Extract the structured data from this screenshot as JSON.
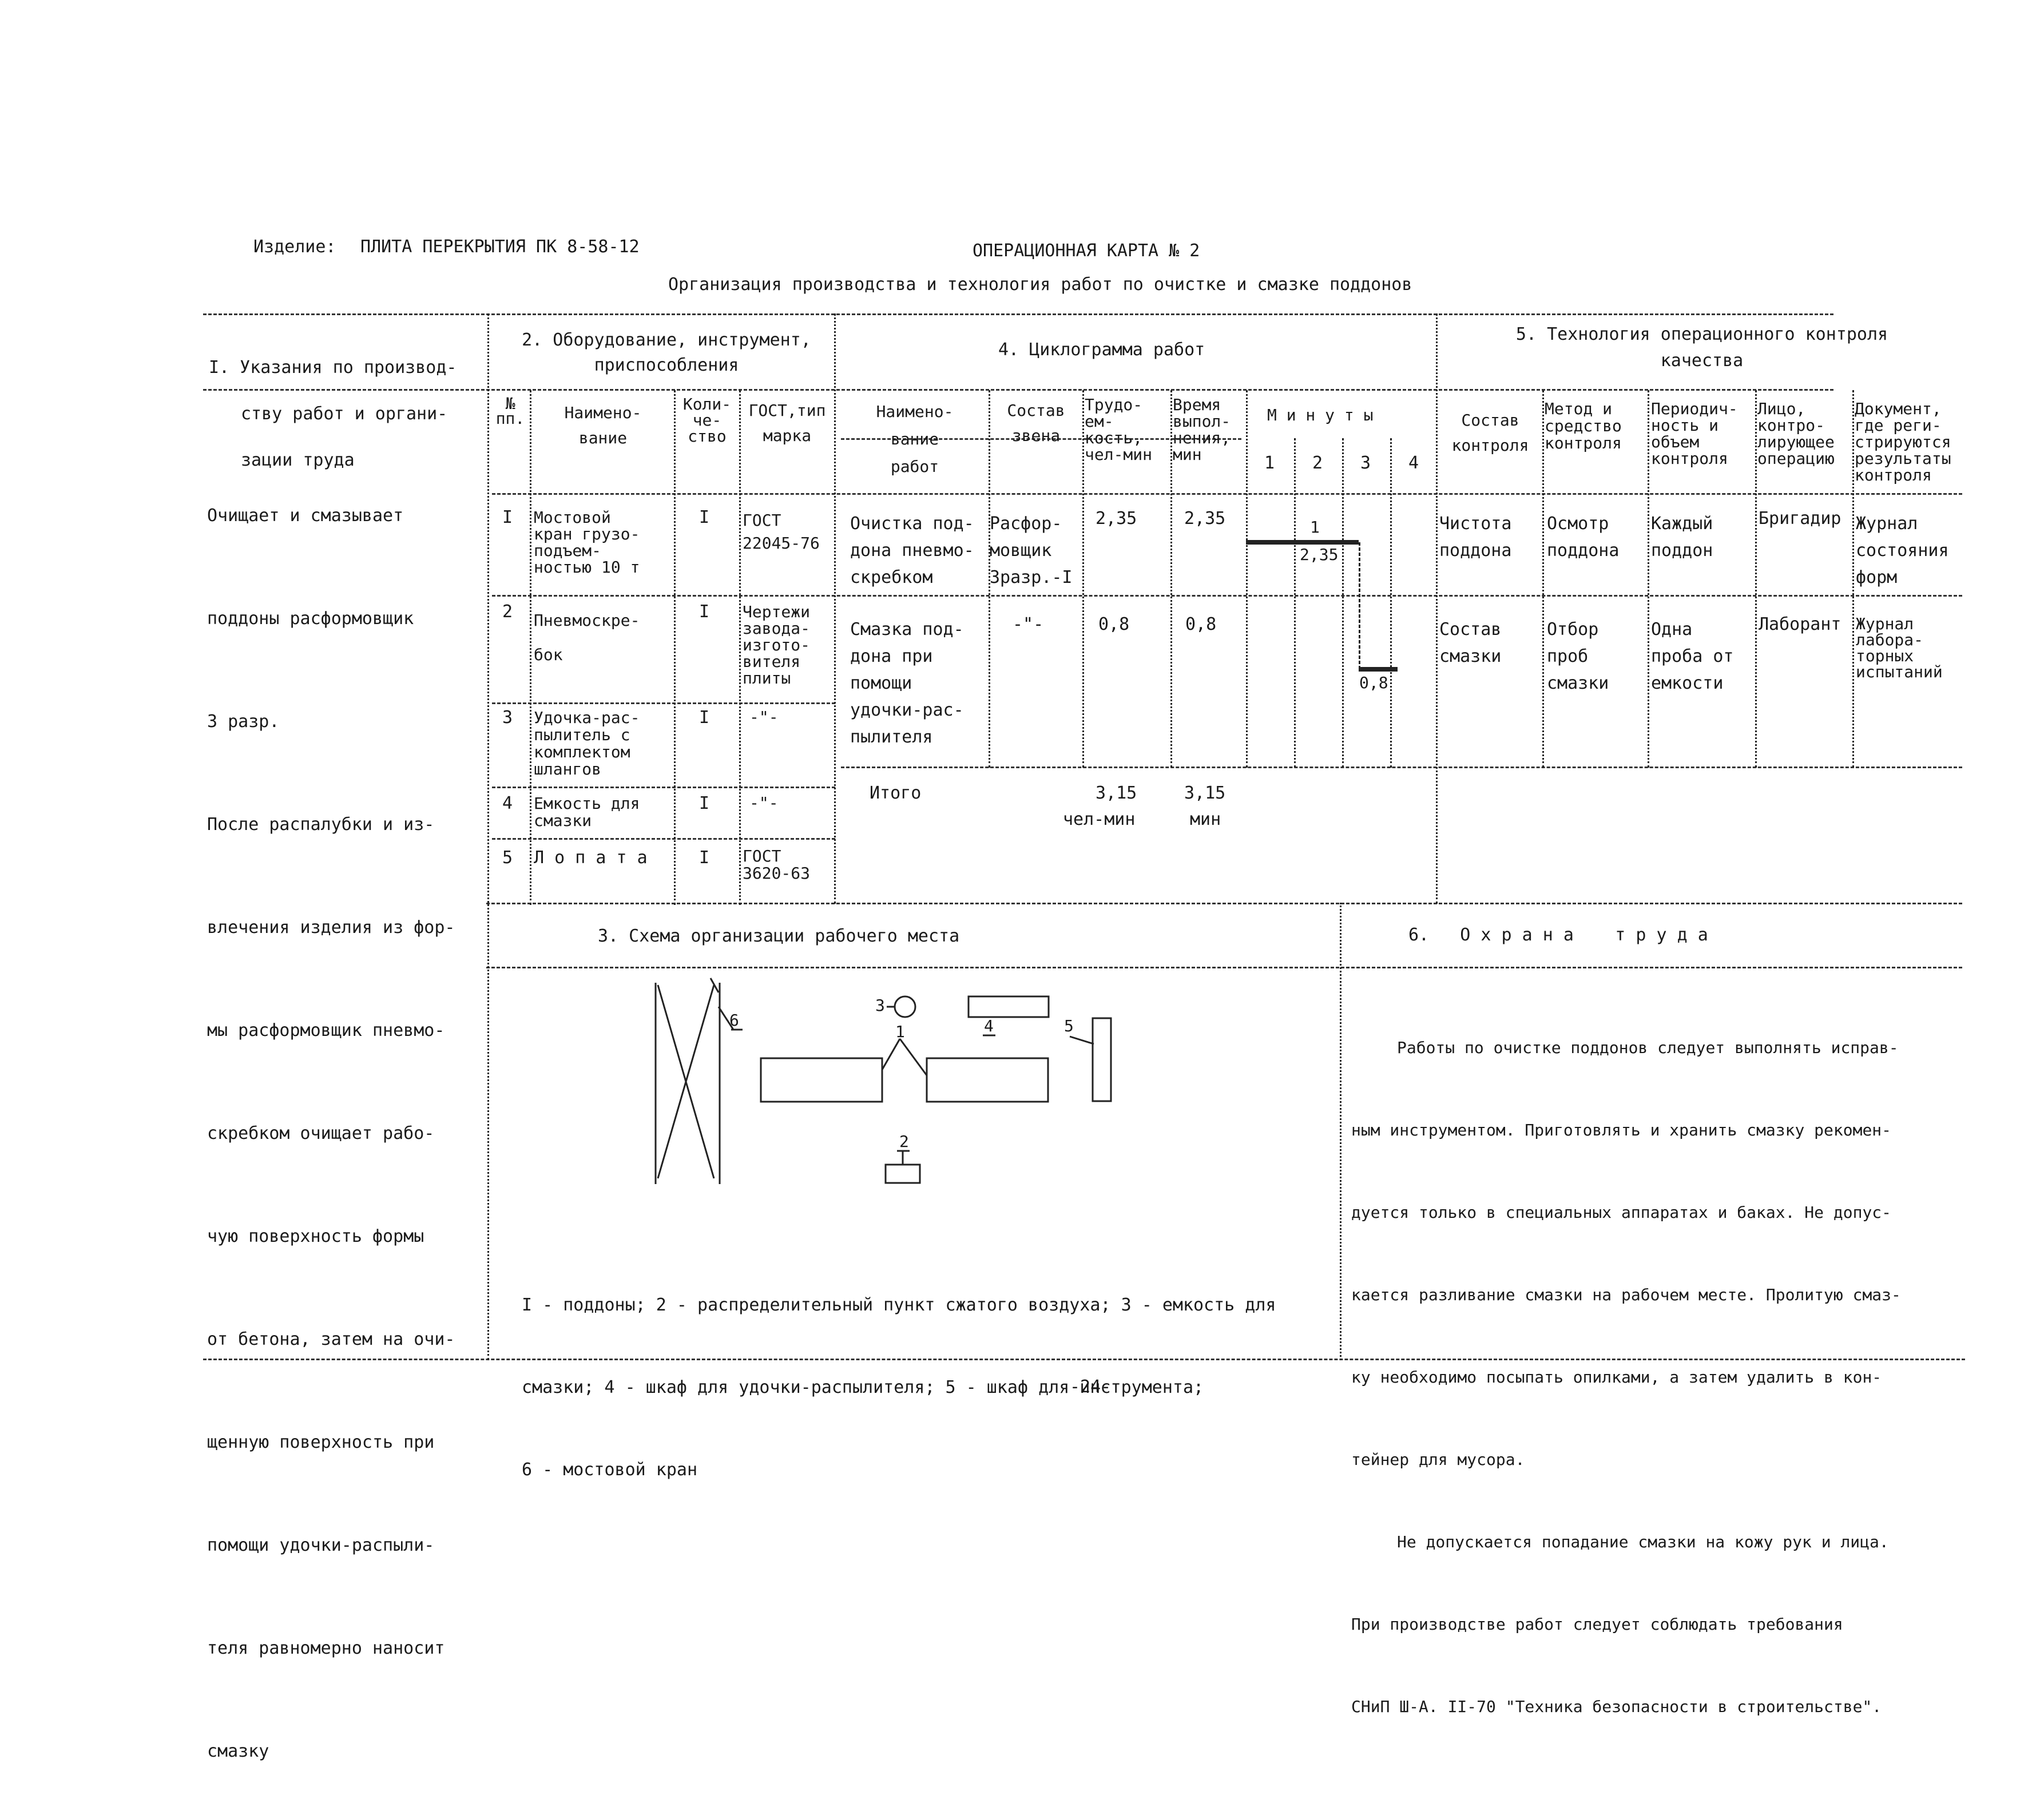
{
  "header": {
    "product_label": "Изделие:",
    "product_name": "ПЛИТА ПЕРЕКРЫТИЯ ПК 8-58-12",
    "card_title": "ОПЕРАЦИОННАЯ КАРТА № 2",
    "subtitle": "Организация производства и технология работ по очистке и смазке поддонов"
  },
  "section1": {
    "title": "1. Указания по производству работ и организации труда",
    "title_lines": [
      "I. Указания по производ-",
      "ству работ и органи-",
      "зации труда"
    ],
    "body_lines": [
      "Очищает и смазывает",
      "поддоны расформовщик",
      "3 разр.",
      "После распалубки и из-",
      "влечения изделия из фор-",
      "мы расформовщик пневмо-",
      "скребком очищает рабо-",
      "чую поверхность формы",
      "от бетона, затем на очи-",
      "щенную поверхность при",
      "помощи удочки-распыли-",
      "теля равномерно наносит",
      "смазку"
    ]
  },
  "section2": {
    "title_lines": [
      "2. Оборудование, инструмент,",
      "приспособления"
    ],
    "headers": {
      "no": [
        "№",
        "пп."
      ],
      "name": [
        "Наимено-",
        "вание"
      ],
      "qty": [
        "Коли-",
        "че-",
        "ство"
      ],
      "gost": [
        "ГОСТ,тип",
        "марка"
      ]
    },
    "rows": [
      {
        "no": "I",
        "name": [
          "Мостовой",
          "кран грузо-",
          "подъем-",
          "ностью 10 т"
        ],
        "qty": "I",
        "gost": [
          "ГОСТ",
          "22045-76"
        ]
      },
      {
        "no": "2",
        "name": [
          "Пневмоскре-",
          "бок"
        ],
        "qty": "I",
        "gost": [
          "Чертежи",
          "завода-",
          "изгото-",
          "вителя",
          "плиты"
        ]
      },
      {
        "no": "3",
        "name": [
          "Удочка-рас-",
          "пылитель с",
          "комплектом",
          "шлангов"
        ],
        "qty": "I",
        "gost": [
          "-\"-"
        ]
      },
      {
        "no": "4",
        "name": [
          "Емкость для",
          "смазки"
        ],
        "qty": "I",
        "gost": [
          "-\"-"
        ]
      },
      {
        "no": "5",
        "name": [
          "Л о п а т а"
        ],
        "qty": "I",
        "gost": [
          "ГОСТ",
          "3620-63"
        ]
      }
    ]
  },
  "section4": {
    "title": "4. Циклограмма работ",
    "headers": {
      "work": [
        "Наимено-",
        "вание",
        "работ"
      ],
      "crew": [
        "Состав",
        "звена"
      ],
      "labor": [
        "Трудо-",
        "ем-",
        "кость,",
        "чел-мин"
      ],
      "time": [
        "Время",
        "выпол-",
        "нения,",
        "мин"
      ],
      "minutes_label": "М и н у т ы",
      "minutes": [
        "1",
        "2",
        "3",
        "4"
      ]
    },
    "rows": [
      {
        "work": [
          "Очистка под-",
          "дона пневмо-",
          "скребком"
        ],
        "crew": [
          "Расфор-",
          "мовщик",
          "3разр.-I"
        ],
        "labor": "2,35",
        "time": "2,35"
      },
      {
        "work": [
          "Смазка под-",
          "дона при",
          "помощи",
          "удочки-рас-",
          "пылителя"
        ],
        "crew": [
          "-\"-"
        ],
        "labor": "0,8",
        "time": "0,8"
      }
    ],
    "total": {
      "label": "Итого",
      "labor": "3,15",
      "labor_unit": "чел-мин",
      "time": "3,15",
      "time_unit": "мин"
    },
    "gantt": {
      "bar1_label_top": "1",
      "bar1_label_bottom": "2,35",
      "bar2_label": "0,8",
      "bars": [
        {
          "start": 0,
          "duration": 2.35
        },
        {
          "start": 2.35,
          "duration": 0.8
        }
      ]
    }
  },
  "section5": {
    "title_lines": [
      "5. Технология операционного контроля",
      "качества"
    ],
    "headers": {
      "c1": [
        "Состав",
        "контроля"
      ],
      "c2": [
        "Метод и",
        "средство",
        "контроля"
      ],
      "c3": [
        "Периодич-",
        "ность и",
        "объем",
        "контроля"
      ],
      "c4": [
        "Лицо,",
        "контро-",
        "лирующее",
        "операцию"
      ],
      "c5": [
        "Документ,",
        "где реги-",
        "стрируются",
        "результаты",
        "контроля"
      ]
    },
    "rows": [
      {
        "c1": [
          "Чистота",
          "поддона"
        ],
        "c2": [
          "Осмотр",
          "поддона"
        ],
        "c3": [
          "Каждый",
          "поддон"
        ],
        "c4": [
          "Бригадир"
        ],
        "c5": [
          "Журнал",
          "состояния",
          "форм"
        ]
      },
      {
        "c1": [
          "Состав",
          "смазки"
        ],
        "c2": [
          "Отбор",
          "проб",
          "смазки"
        ],
        "c3": [
          "Одна",
          "проба от",
          "емкости"
        ],
        "c4": [
          "Лаборант"
        ],
        "c5": [
          "Журнал",
          "лабора-",
          "торных",
          "испытаний"
        ]
      }
    ]
  },
  "section3": {
    "title": "3. Схема организации рабочего места",
    "labels": {
      "l1": "1",
      "l2": "2",
      "l3": "3",
      "l4": "4",
      "l5": "5",
      "l6": "6"
    },
    "legend_lines": [
      "I - поддоны; 2 - распределительный пункт сжатого воздуха; 3 - емкость для",
      "смазки; 4 - шкаф для удочки-распылителя; 5 - шкаф для инструмента;",
      "6 - мостовой кран"
    ]
  },
  "section6": {
    "title": "6.   О х р а н а    т р у д а",
    "body_lines": [
      "Работы по очистке поддонов следует выполнять исправ-",
      "ным инструментом. Приготовлять и хранить смазку рекомен-",
      "дуется только в специальных аппаратах и баках. Не допус-",
      "кается разливание смазки на рабочем месте. Пролитую смаз-",
      "ку необходимо посыпать опилками, а затем удалить в кон-",
      "тейнер для мусора.",
      "Не допускается попадание смазки на кожу рук и лица.",
      "При производстве работ следует соблюдать требования",
      "СНиП Ш-А. II-70 \"Техника безопасности в строительстве\"."
    ]
  },
  "footer": {
    "page_number": "-24-"
  }
}
